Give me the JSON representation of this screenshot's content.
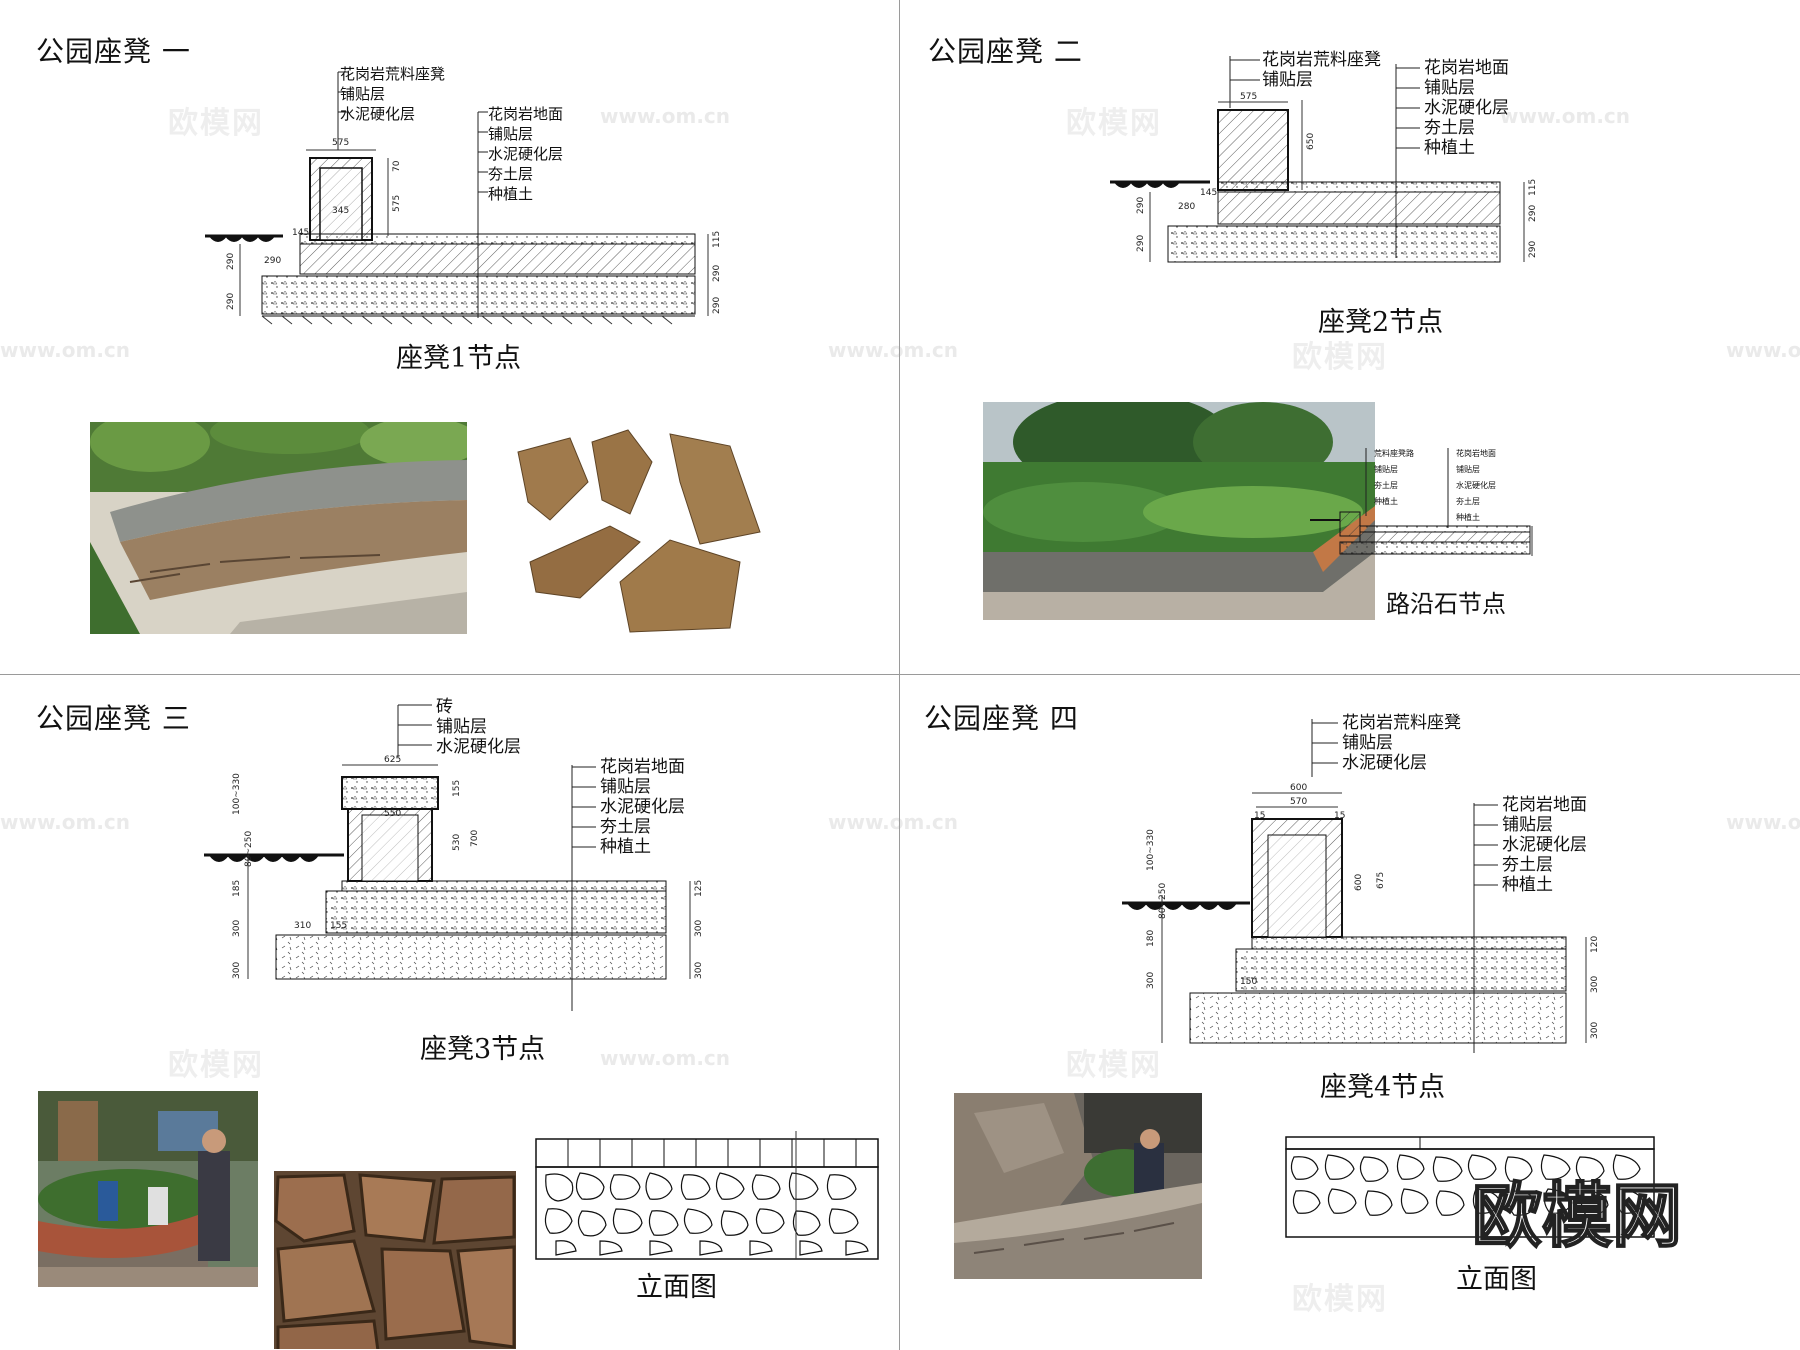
{
  "quadrants": [
    {
      "title": "公园座凳 一",
      "caption": "座凳1节点",
      "callout_top": [
        "花岗岩荒料座凳",
        "铺贴层",
        "水泥硬化层"
      ],
      "callout_right": [
        "花岗岩地面",
        "铺贴层",
        "水泥硬化层",
        "夯土层",
        "种植土"
      ],
      "dims": [
        "575",
        "345",
        "145",
        "290",
        "290",
        "290",
        "70",
        "575",
        "115",
        "290",
        "290"
      ]
    },
    {
      "title": "公园座凳 二",
      "caption": "座凳2节点",
      "callout_top": [
        "花岗岩荒料座凳",
        "铺贴层"
      ],
      "callout_right": [
        "花岗岩地面",
        "铺贴层",
        "水泥硬化层",
        "夯土层",
        "种植土"
      ],
      "dims": [
        "575",
        "650",
        "280",
        "145",
        "290",
        "290",
        "115",
        "290",
        "290"
      ],
      "detail_caption": "路沿石节点",
      "detail_left": [
        "荒料座凳路",
        "铺贴层",
        "夯土层",
        "种植土"
      ],
      "detail_right": [
        "花岗岩地面",
        "铺贴层",
        "水泥硬化层",
        "夯土层",
        "种植土"
      ]
    },
    {
      "title": "公园座凳 三",
      "caption": "座凳3节点",
      "callout_top": [
        "砖",
        "铺贴层",
        "水泥硬化层"
      ],
      "callout_right": [
        "花岗岩地面",
        "铺贴层",
        "水泥硬化层",
        "夯土层",
        "种植土"
      ],
      "dims": [
        "625",
        "550",
        "155",
        "530",
        "700",
        "100~330",
        "80~250",
        "185",
        "300",
        "310",
        "155",
        "300",
        "125",
        "300",
        "300"
      ],
      "elevation_caption": "立面图"
    },
    {
      "title": "公园座凳 四",
      "caption": "座凳4节点",
      "callout_top": [
        "花岗岩荒料座凳",
        "铺贴层",
        "水泥硬化层"
      ],
      "callout_right": [
        "花岗岩地面",
        "铺贴层",
        "水泥硬化层",
        "夯土层",
        "种植土"
      ],
      "dims": [
        "600",
        "570",
        "15",
        "15",
        "600",
        "675",
        "100~330",
        "80~250",
        "180",
        "300",
        "150",
        "120",
        "300",
        "300"
      ],
      "elevation_caption": "立面图"
    }
  ],
  "watermark": {
    "brand": "欧模网",
    "url": "www.om.cn"
  },
  "colors": {
    "line": "#1a1a1a",
    "divider": "#9a9a9a",
    "stone": "#9c7a4e",
    "foliage": "#3f7a32"
  }
}
